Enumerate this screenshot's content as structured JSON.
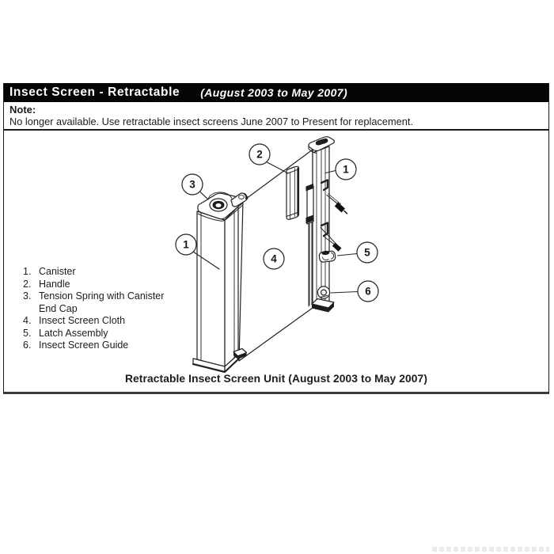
{
  "header": {
    "title": "Insect Screen - Retractable",
    "date_range": "(August 2003 to May 2007)"
  },
  "note": {
    "label": "Note:",
    "text": "No longer available. Use retractable insect screens June 2007 to Present for replacement."
  },
  "parts_list": {
    "items": [
      {
        "num": "1.",
        "label": "Canister"
      },
      {
        "num": "2.",
        "label": "Handle"
      },
      {
        "num": "3.",
        "label": "Tension Spring with Canister End Cap"
      },
      {
        "num": "4.",
        "label": "Insect Screen Cloth"
      },
      {
        "num": "5.",
        "label": "Latch Assembly"
      },
      {
        "num": "6.",
        "label": "Insect Screen Guide"
      }
    ]
  },
  "diagram": {
    "caption": "Retractable Insect Screen Unit (August 2003 to May 2007)",
    "callouts": [
      {
        "num": "1",
        "part": "Canister",
        "position": "left"
      },
      {
        "num": "1",
        "part": "Canister",
        "position": "right"
      },
      {
        "num": "2",
        "part": "Handle"
      },
      {
        "num": "3",
        "part": "Tension Spring with Canister End Cap"
      },
      {
        "num": "4",
        "part": "Insect Screen Cloth"
      },
      {
        "num": "5",
        "part": "Latch Assembly"
      },
      {
        "num": "6",
        "part": "Insect Screen Guide"
      }
    ]
  },
  "colors": {
    "header_bg": "#050505",
    "header_text": "#ffffff",
    "line": "#222222",
    "paper": "#ffffff"
  }
}
